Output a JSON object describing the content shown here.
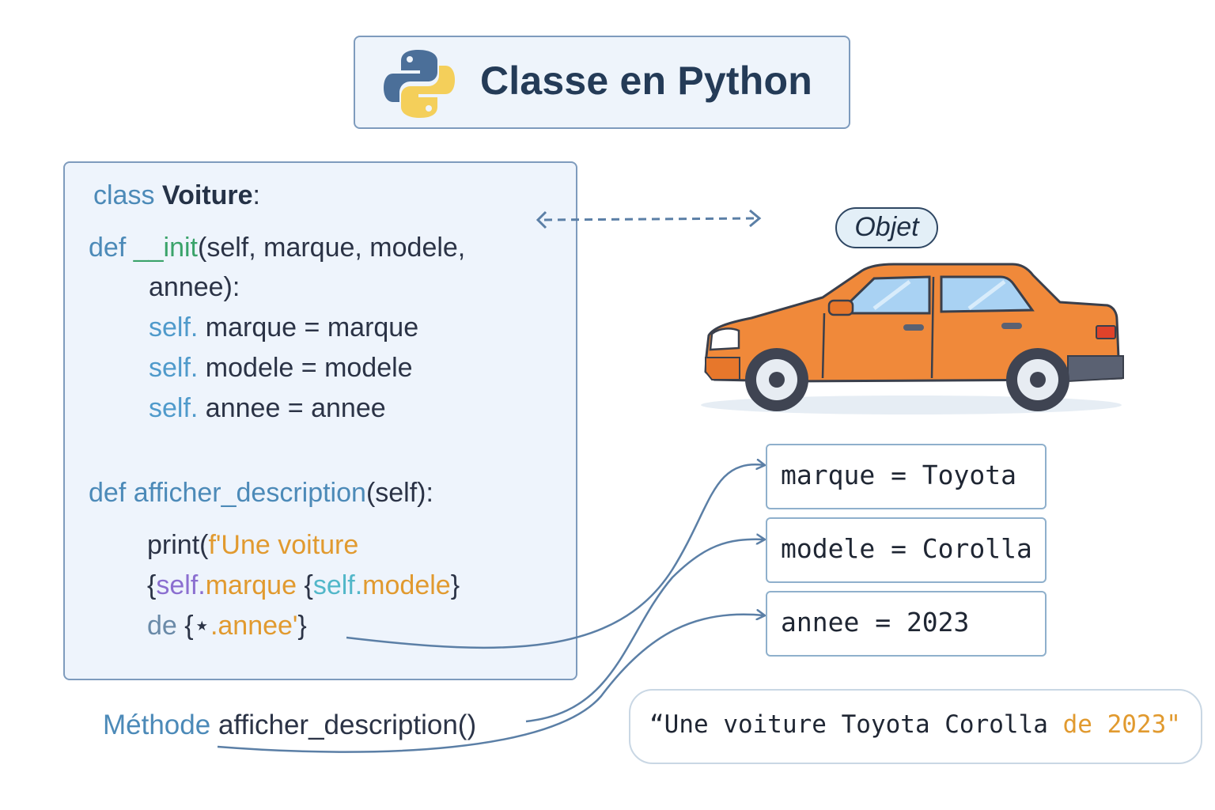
{
  "title": "Classe en Python",
  "icons": {
    "logo": "python-logo-icon"
  },
  "code": {
    "line1": {
      "kw": "class",
      "name": "Voiture",
      "colon": ":"
    },
    "line2": {
      "kw": "def",
      "func": "__init",
      "args": "(self, marque, modele,"
    },
    "line3": "annee):",
    "line4": {
      "self": "self.",
      "text": " marque  =  marque"
    },
    "line5": {
      "self": "self.",
      "text": " modele  =  modele"
    },
    "line6": {
      "self": "self.",
      "text": " annee  =  annee"
    },
    "line7": {
      "kw": "def",
      "func": "afficher_description",
      "args": "(self):"
    },
    "line8": {
      "fn": "print(",
      "str": "f'Une voiture"
    },
    "line9": {
      "b1": "{",
      "self1": "self.",
      "attr1": "marque",
      "b2": " {",
      "self2": "self.",
      "attr2": "modele",
      "b3": "}"
    },
    "line10": {
      "de": "de",
      "b1": " {",
      "star": "⋆",
      "attr": ".annee'",
      "b2": "}"
    }
  },
  "object_label": "Objet",
  "attributes": [
    {
      "text": "marque = Toyota"
    },
    {
      "text": "modele = Corolla"
    },
    {
      "text": "annee = 2023"
    }
  ],
  "result": {
    "main": "“Une voiture Toyota Corolla ",
    "accent": "de 2023\""
  },
  "method_label": {
    "prefix": "Méthode",
    "name": " afficher_description()"
  },
  "colors": {
    "accent_blue": "#4c8ab8",
    "orange": "#e19a2f",
    "car_body": "#f0893a",
    "border": "#7e9bbd"
  }
}
